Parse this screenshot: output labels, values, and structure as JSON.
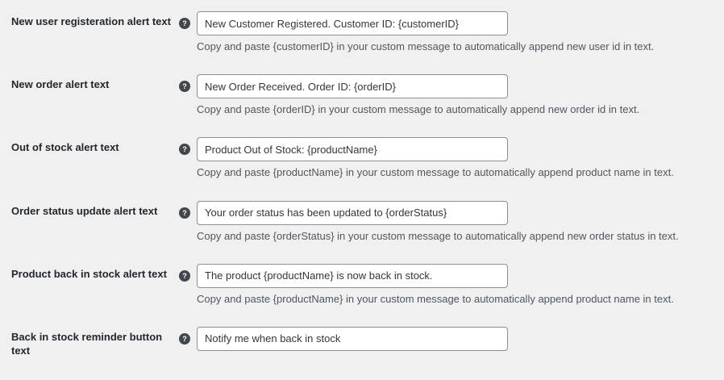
{
  "colors": {
    "background": "#f0f0f1",
    "input_border": "#8c8f94",
    "input_background": "#ffffff",
    "label_color": "#23282d",
    "help_text_color": "#50575e",
    "help_icon_background": "#42474d",
    "help_icon_glyph_color": "#ffffff"
  },
  "help_icon": {
    "glyph": "?"
  },
  "rows": [
    {
      "label": "New user registeration alert text",
      "value": "New Customer Registered. Customer ID: {customerID}",
      "help": "Copy and paste {customerID} in your custom message to automatically append new user id in text."
    },
    {
      "label": "New order alert text",
      "value": "New Order Received. Order ID: {orderID}",
      "help": "Copy and paste {orderID} in your custom message to automatically append new order id in text."
    },
    {
      "label": "Out of stock alert text",
      "value": "Product Out of Stock: {productName}",
      "help": "Copy and paste {productName} in your custom message to automatically append product name in text."
    },
    {
      "label": "Order status update alert text",
      "value": "Your order status has been updated to {orderStatus}",
      "help": "Copy and paste {orderStatus} in your custom message to automatically append new order status in text."
    },
    {
      "label": "Product back in stock alert text",
      "value": "The product {productName} is now back in stock.",
      "help": "Copy and paste {productName} in your custom message to automatically append product name in text."
    },
    {
      "label": "Back in stock reminder button text",
      "value": "Notify me when back in stock",
      "help": ""
    }
  ]
}
